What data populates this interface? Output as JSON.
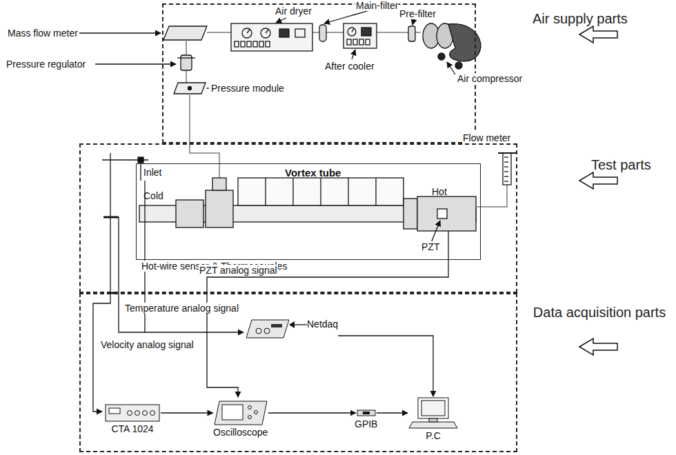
{
  "diagram": {
    "nodes": [
      {
        "text": [
          "Air supply parts"
        ]
      },
      {
        "text": [
          "Test parts"
        ]
      },
      {
        "text": [
          "Data acquisition parts"
        ]
      },
      {
        "text": [
          "Inlet",
          "Vortex tube",
          "Cold",
          "Hot"
        ],
        "in": 1
      },
      {
        "text": [
          "Netdaq"
        ],
        "in": 2
      },
      {
        "text": [
          "CTA 1024"
        ],
        "in": 2
      },
      {
        "text": [
          "Oscilloscope"
        ],
        "in": 2
      },
      {
        "text": [
          "GPIB"
        ],
        "in": 2
      },
      {
        "text": [
          "P.C"
        ],
        "in": 2
      }
    ],
    "edges": [
      {
        "from": 5,
        "to": 6,
        "arrow": "to"
      },
      {
        "from": 6,
        "to": 7,
        "arrow": "to"
      },
      {
        "from": 7,
        "to": 8,
        "arrow": "to"
      },
      {
        "from": 4,
        "to": 8,
        "arrow": "to"
      }
    ],
    "labels": [
      "Air dryer",
      "Main-filter",
      "Pre-filter",
      "Mass flow meter",
      "After cooler",
      "Air compressor",
      "Pressure regulator",
      "Pressure module",
      "Flow meter",
      "Hot-wire sensor & Thermocouples",
      "PZT",
      "PZT analog signal",
      "Temperature analog signal",
      "Velocity analog signal"
    ]
  }
}
